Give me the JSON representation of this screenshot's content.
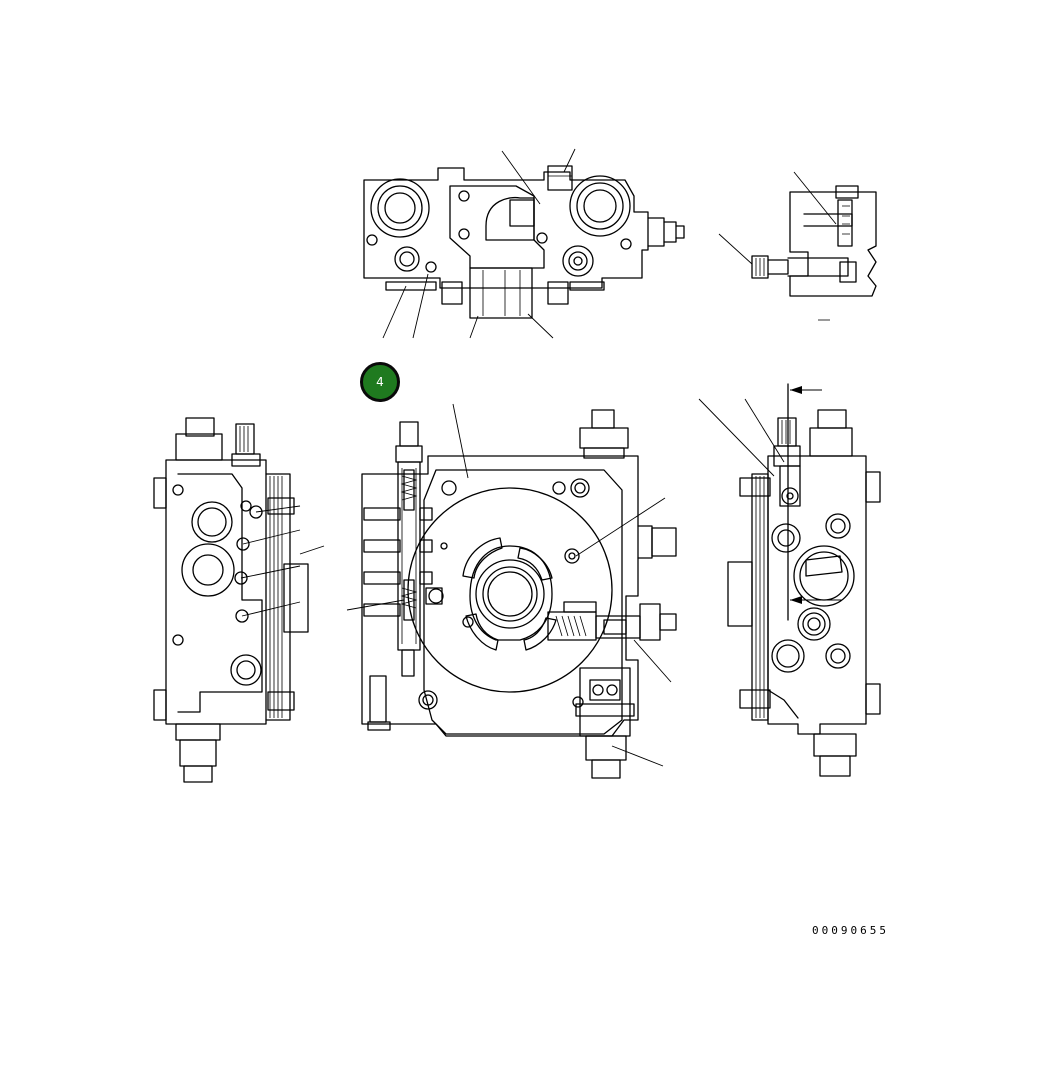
{
  "callout": {
    "number": "4",
    "color": "#1f7a1f",
    "border": "#0a0a0a"
  },
  "drawing_code": "00090655",
  "views": [
    "top-view",
    "detail-view",
    "left-view",
    "front-view",
    "right-view"
  ],
  "line_color": "#000000",
  "background": "#ffffff"
}
